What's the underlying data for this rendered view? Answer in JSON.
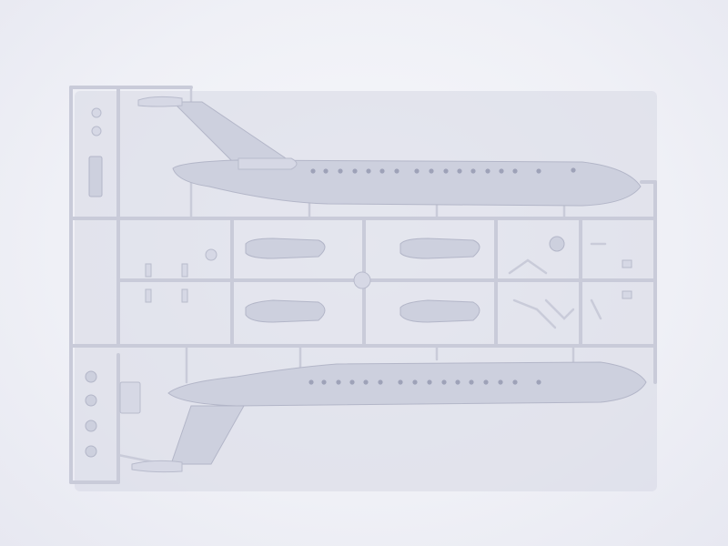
{
  "photo": {
    "subject_parts": [
      "fuselage-half-upper",
      "fuselage-half-lower",
      "engine-nacelle",
      "tail-fin",
      "landing-gear",
      "wheel"
    ],
    "colors": {
      "background": "#f0f1f7",
      "plastic": "#cdd0de",
      "plastic_edge": "#b3b6c8",
      "window": "#9ea2b8",
      "sprue": "#c9cbd9"
    }
  }
}
